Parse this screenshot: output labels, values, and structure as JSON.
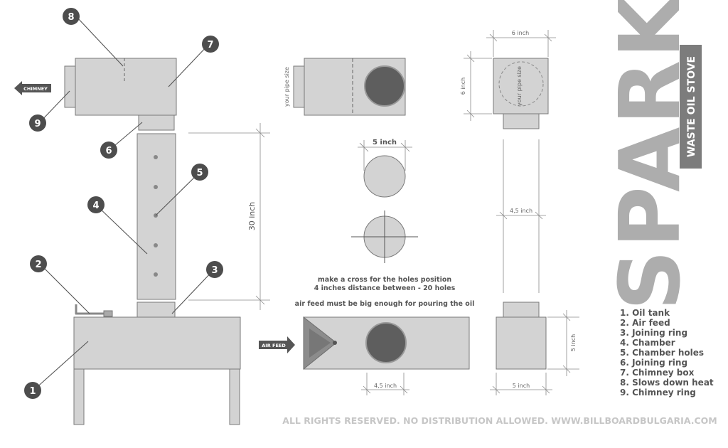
{
  "badges": [
    "8",
    "7",
    "9",
    "6",
    "5",
    "4",
    "2",
    "3",
    "1"
  ],
  "arrows": {
    "chimney": "CHIMNEY",
    "air_feed": "AIR FEED"
  },
  "dimensions": {
    "height_30": "30 inch",
    "pipe_size_side": "your pipe size",
    "pipe_size_top": "your pipe size",
    "diameter_5": "5 inch",
    "box_width_6": "6 inch",
    "box_height_6": "6 inch",
    "chamber_width": "4,5 inch",
    "feed_width": "4,5 inch",
    "tank_height": "5 inch",
    "tank_width": "5 inch"
  },
  "notes": {
    "holes_line1": "make a cross for the holes position",
    "holes_line2": "4 inches distance between - 20 holes",
    "air_feed": "air feed must be big enough for pouring the oil"
  },
  "title": {
    "brand": "SPARK",
    "subtitle": "WASTE OIL STOVE"
  },
  "legend": [
    "1. Oil tank",
    "2. Air feed",
    "3. Joining ring",
    "4. Chamber",
    "5. Chamber holes",
    "6. Joining ring",
    "7. Chimney box",
    "8. Slows down heat",
    "9. Chimney ring"
  ],
  "footer": "ALL RIGHTS RESERVED. NO DISTRIBUTION ALLOWED. WWW.BILLBOARDBULGARIA.COM",
  "colors": {
    "part_fill": "#d3d3d3",
    "part_stroke": "#7a7a7a",
    "hole": "#5e5e5e",
    "badge": "#4d4d4d",
    "brand": "#adadad"
  }
}
